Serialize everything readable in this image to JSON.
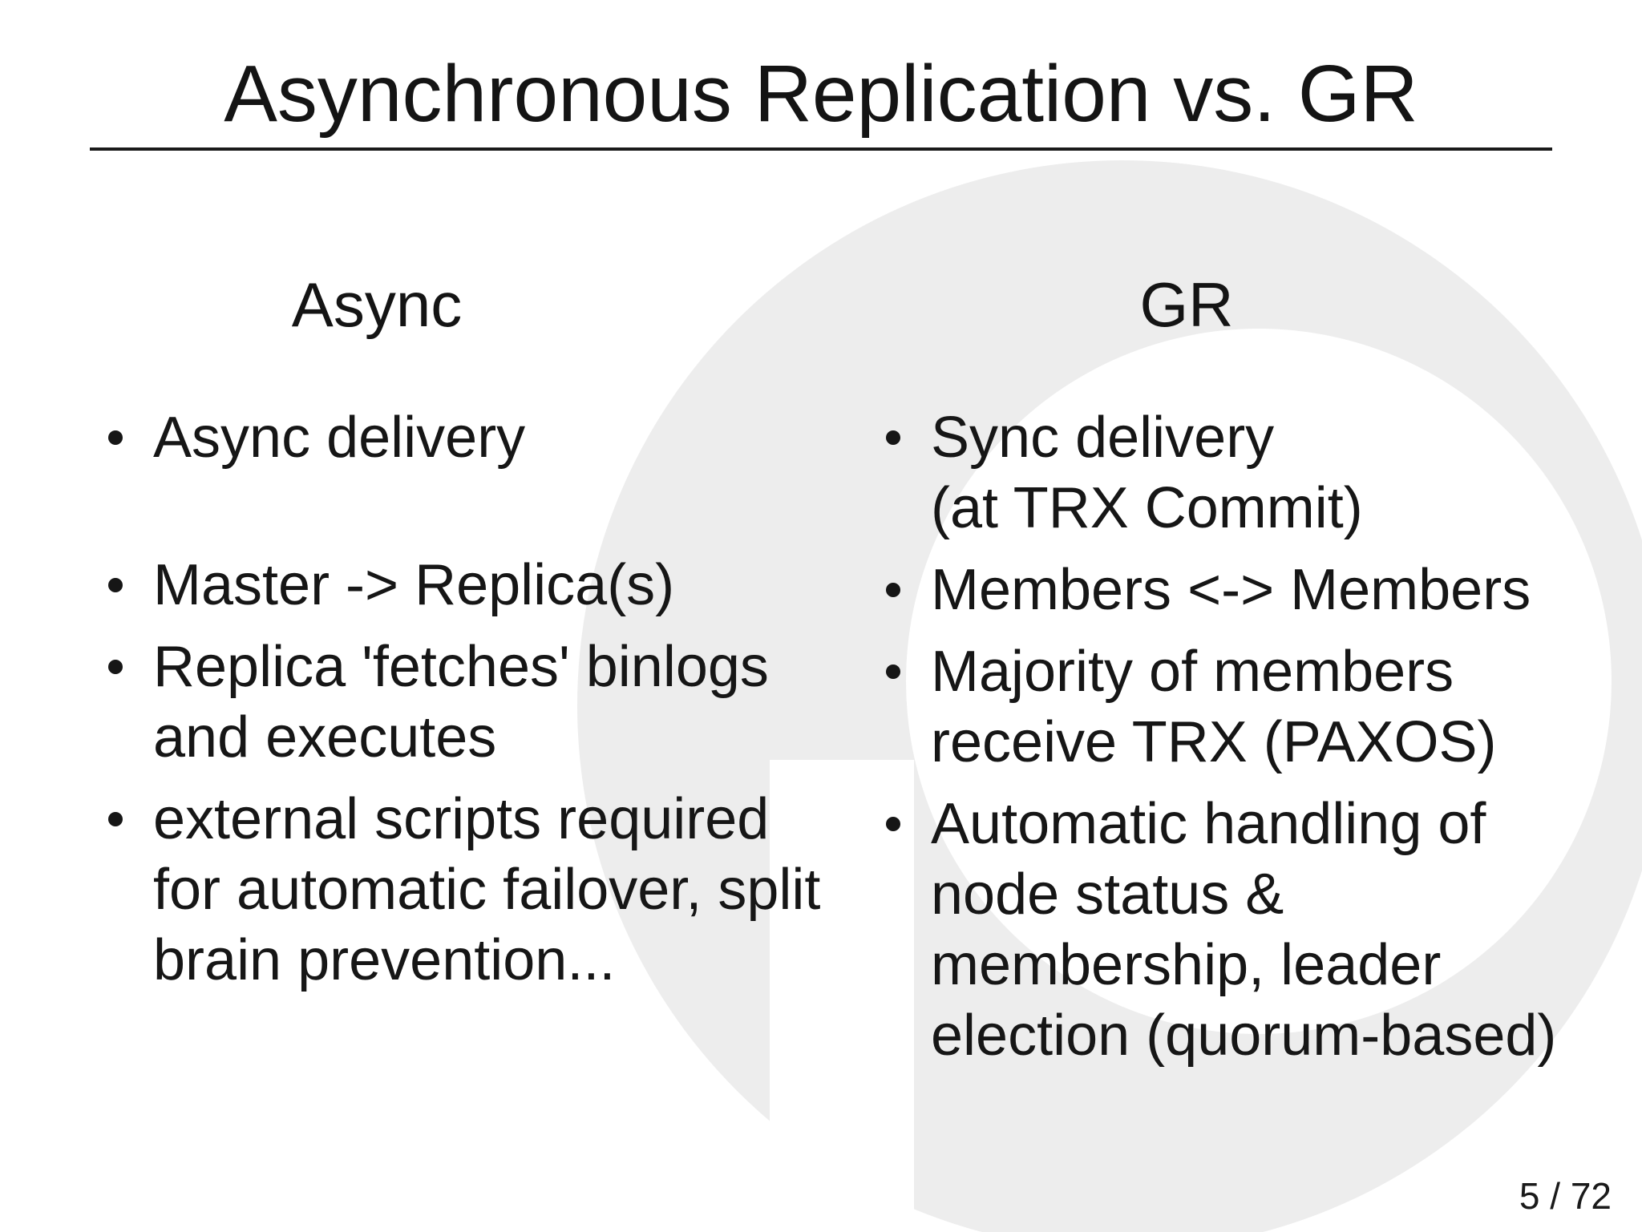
{
  "slide": {
    "title": "Asynchronous Replication vs. GR",
    "page_indicator": "5 / 72",
    "colors": {
      "watermark": "#ededed",
      "background": "#ffffff",
      "text": "#161616"
    },
    "columns": [
      {
        "heading": "Async",
        "items": [
          {
            "lines": [
              "Async delivery"
            ],
            "gap_after": true
          },
          {
            "lines": [
              "Master -> Replica(s)"
            ]
          },
          {
            "lines": [
              "Replica 'fetches' binlogs",
              "and executes"
            ]
          },
          {
            "lines": [
              "external scripts required",
              "for automatic failover, split",
              "brain prevention..."
            ]
          }
        ]
      },
      {
        "heading": "GR",
        "items": [
          {
            "lines": [
              "Sync delivery",
              "(at TRX Commit)"
            ]
          },
          {
            "lines": [
              "Members <-> Members"
            ]
          },
          {
            "lines": [
              "Majority of members",
              "receive TRX (PAXOS)"
            ]
          },
          {
            "lines": [
              "Automatic handling of",
              "node status &",
              "membership, leader",
              "election (quorum-based)"
            ]
          }
        ]
      }
    ]
  }
}
